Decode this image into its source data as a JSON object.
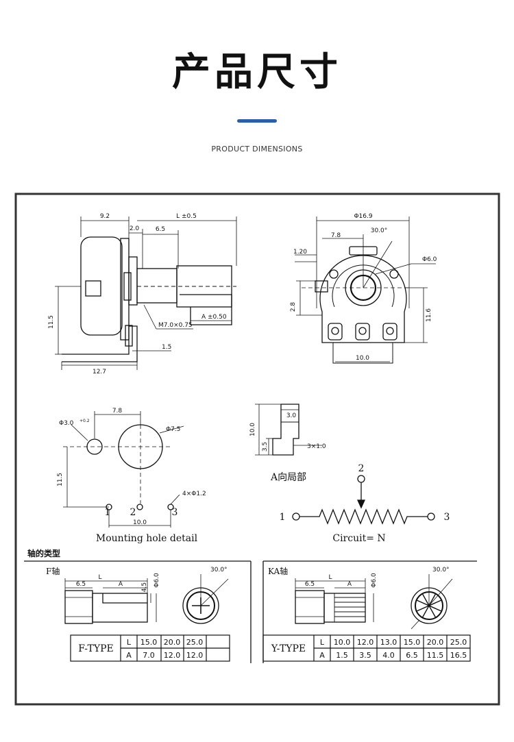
{
  "header": {
    "title": "产品尺寸",
    "subtitle": "PRODUCT DIMENSIONS",
    "accent_color": "#2f5f9c"
  },
  "side_view": {
    "dim_width": "9.2",
    "dim_length": "L ±0.5",
    "dim_flange": "2.0",
    "dim_bushing": "6.5",
    "dim_height": "11.5",
    "dim_base": "12.7",
    "dim_thread": "M7.0×0.75",
    "dim_pin": "1.5",
    "dim_a": "A ±0.50"
  },
  "front_view": {
    "dim_diameter": "Φ16.9",
    "dim_angle": "30.0°",
    "dim_offset": "7.8",
    "dim_tab": "1.20",
    "dim_shaft": "Φ6.0",
    "dim_tab_height": "2.8",
    "dim_height": "11.6",
    "dim_pin_span": "10.0"
  },
  "mounting": {
    "dim_spacing": "7.8",
    "dim_small_hole": "Φ3.0",
    "dim_small_tol": "+0.2",
    "dim_large_hole": "Φ7.5",
    "dim_height": "11.5",
    "dim_pin_holes": "4×Φ1.2",
    "pin_1": "1",
    "pin_2": "2",
    "pin_3": "3",
    "dim_pin_span": "10.0",
    "caption": "Mounting hole detail"
  },
  "a_detail": {
    "dim_height": "10.0",
    "dim_width": "3.0",
    "dim_lower": "3.5",
    "dim_pin": "3×1.0",
    "caption": "A向局部"
  },
  "circuit": {
    "pin_1": "1",
    "pin_2": "2",
    "pin_3": "3",
    "caption": "Circuit= N"
  },
  "shaft_types": {
    "section_title": "轴的类型",
    "f_shaft": {
      "title": "F轴",
      "dim_l": "L",
      "dim_6_5": "6.5",
      "dim_a": "A",
      "dim_4_5": "4.5",
      "dim_6_0": "Φ6.0",
      "dim_angle": "30.0°",
      "table_name": "F-TYPE",
      "row_l_label": "L",
      "row_a_label": "A",
      "l_values": [
        "15.0",
        "20.0",
        "25.0",
        ""
      ],
      "a_values": [
        "7.0",
        "12.0",
        "12.0",
        ""
      ]
    },
    "ka_shaft": {
      "title": "KA轴",
      "dim_l": "L",
      "dim_6_5": "6.5",
      "dim_a": "A",
      "dim_6_0": "Φ6.0",
      "dim_angle": "30.0°",
      "table_name": "Y-TYPE",
      "row_l_label": "L",
      "row_a_label": "A",
      "l_values": [
        "10.0",
        "12.0",
        "13.0",
        "15.0",
        "20.0",
        "25.0"
      ],
      "a_values": [
        "1.5",
        "3.5",
        "4.0",
        "6.5",
        "11.5",
        "16.5"
      ]
    }
  }
}
